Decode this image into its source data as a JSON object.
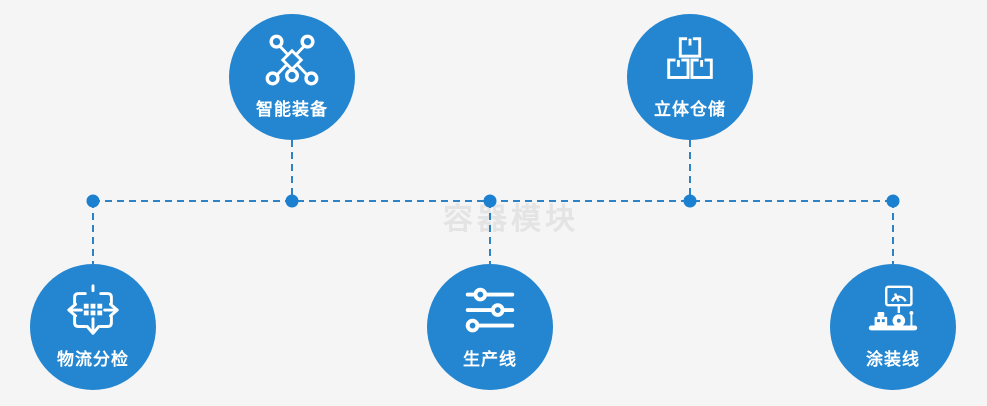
{
  "diagram": {
    "watermark": "容器模块",
    "colors": {
      "background": "#f5f5f6",
      "node_fill": "#2486d0",
      "connector_line": "#2e82c6",
      "junction_dot": "#1c80d1",
      "label_text": "#ffffff",
      "watermark_text": "#e4e4e5"
    },
    "nodes": [
      {
        "id": "smart-equipment",
        "label": "智能装备",
        "icon": "network-nodes-icon",
        "row": "top"
      },
      {
        "id": "warehouse",
        "label": "立体仓储",
        "icon": "stacked-boxes-icon",
        "row": "top"
      },
      {
        "id": "logistics-sorting",
        "label": "物流分检",
        "icon": "sorting-arrows-icon",
        "row": "bottom"
      },
      {
        "id": "production-line",
        "label": "生产线",
        "icon": "sliders-icon",
        "row": "bottom"
      },
      {
        "id": "painting-line",
        "label": "涂装线",
        "icon": "machine-station-icon",
        "row": "bottom"
      }
    ]
  }
}
